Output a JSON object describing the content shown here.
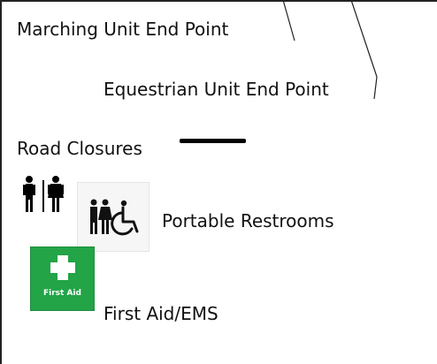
{
  "legend": {
    "marching_end_point": "Marching Unit End Point",
    "equestrian_end_point": "Equestrian Unit End Point",
    "road_closures": "Road Closures",
    "portable_restrooms": "Portable Restrooms",
    "first_aid_ems": "First Aid/EMS",
    "first_aid_icon_text": "First Aid"
  },
  "colors": {
    "background": "#ffffff",
    "text": "#111111",
    "road_closure_line": "#000000",
    "first_aid_green": "#22a447",
    "first_aid_cross": "#ffffff"
  },
  "icons": {
    "restroom_basic": "restroom-people-icon",
    "restroom_accessible": "restroom-accessible-icon",
    "first_aid": "first-aid-cross-icon"
  }
}
